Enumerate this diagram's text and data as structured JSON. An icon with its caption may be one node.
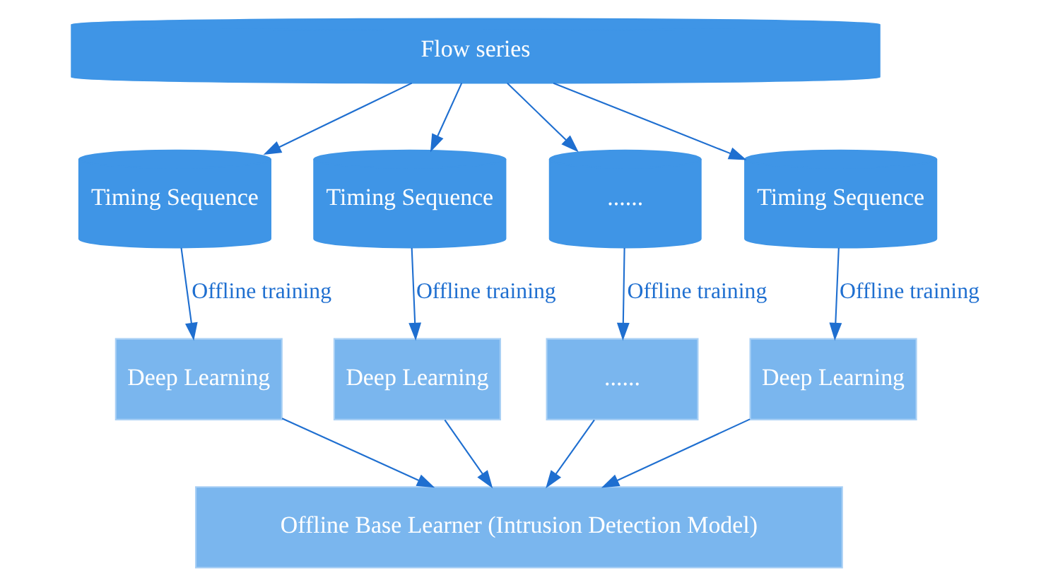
{
  "diagram": {
    "nodes": [
      {
        "text": [
          "Flow series"
        ]
      },
      {
        "text": [
          "Timing Sequence"
        ]
      },
      {
        "text": [
          "Timing Sequence"
        ]
      },
      {
        "text": [
          "......"
        ]
      },
      {
        "text": [
          "Timing Sequence"
        ]
      },
      {
        "text": [
          "Deep Learning"
        ]
      },
      {
        "text": [
          "Deep Learning"
        ]
      },
      {
        "text": [
          "......"
        ]
      },
      {
        "text": [
          "Deep Learning"
        ]
      },
      {
        "text": [
          "Offline Base Learner (Intrusion Detection Model)"
        ]
      }
    ],
    "edges": [
      {
        "from": 0,
        "to": 1,
        "arrow": "to"
      },
      {
        "from": 0,
        "to": 2,
        "arrow": "to"
      },
      {
        "from": 0,
        "to": 3,
        "arrow": "to"
      },
      {
        "from": 0,
        "to": 4,
        "arrow": "to"
      },
      {
        "from": 1,
        "to": 5,
        "arrow": "to",
        "label": "Offline training"
      },
      {
        "from": 2,
        "to": 6,
        "arrow": "to",
        "label": "Offline training"
      },
      {
        "from": 3,
        "to": 7,
        "arrow": "to",
        "label": "Offline training"
      },
      {
        "from": 4,
        "to": 8,
        "arrow": "to",
        "label": "Offline training"
      },
      {
        "from": 5,
        "to": 9,
        "arrow": "to"
      },
      {
        "from": 6,
        "to": 9,
        "arrow": "to"
      },
      {
        "from": 7,
        "to": 9,
        "arrow": "to"
      },
      {
        "from": 8,
        "to": 9,
        "arrow": "to"
      }
    ]
  }
}
